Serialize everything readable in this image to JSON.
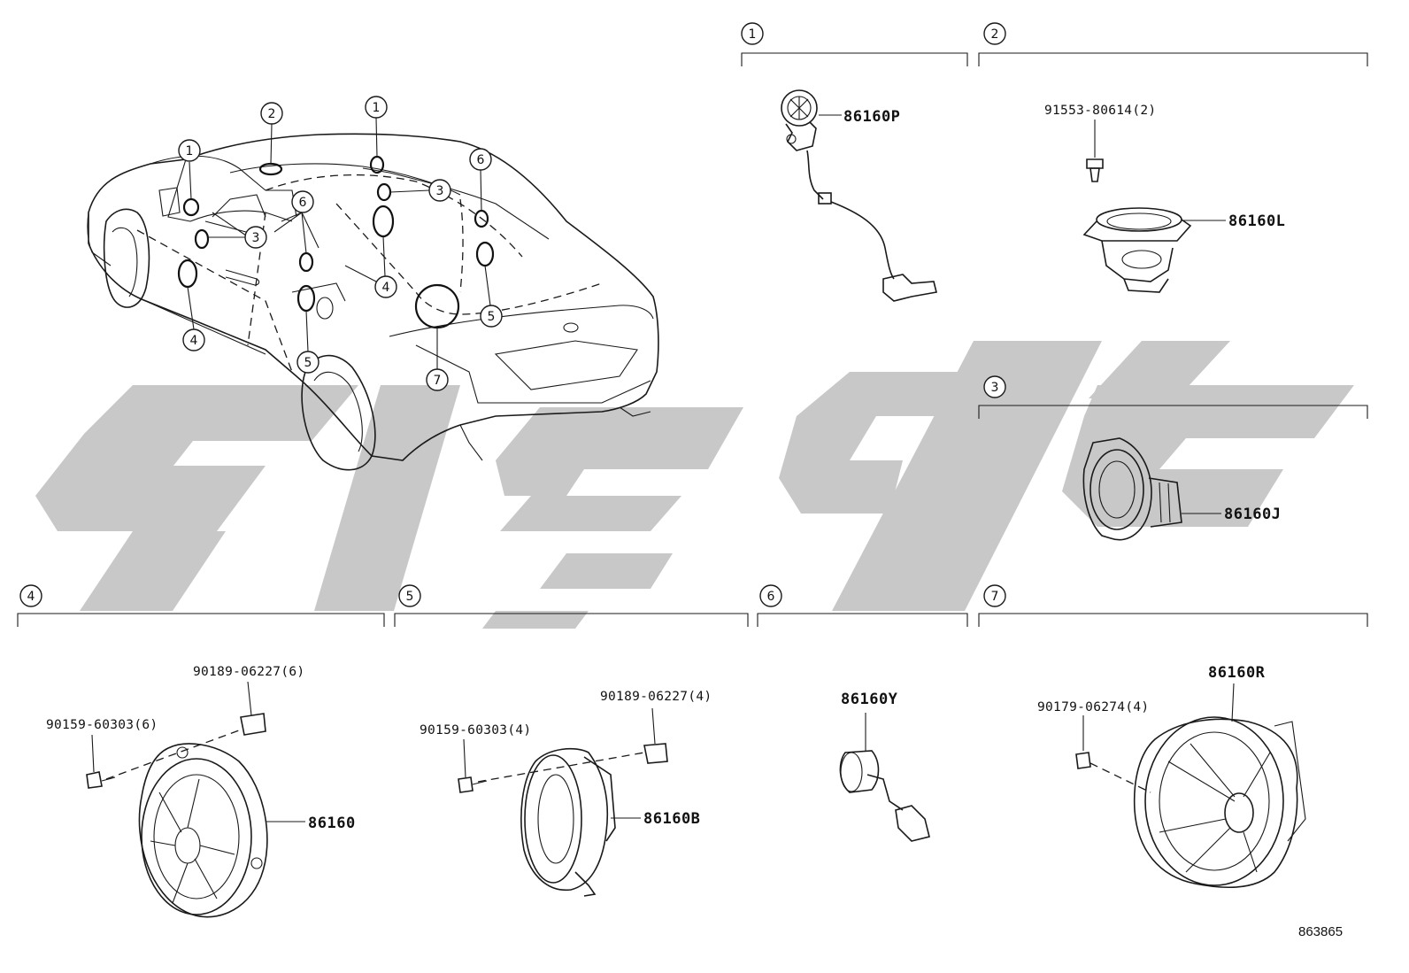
{
  "diagram": {
    "sections": [
      {
        "id": "1",
        "label": "1"
      },
      {
        "id": "2",
        "label": "2"
      },
      {
        "id": "3",
        "label": "3"
      },
      {
        "id": "4",
        "label": "4"
      },
      {
        "id": "5",
        "label": "5"
      },
      {
        "id": "6",
        "label": "6"
      },
      {
        "id": "7",
        "label": "7"
      }
    ],
    "parts": {
      "s1_speaker": "86160P",
      "s2_bolt": "91553-80614(2)",
      "s2_speaker": "86160L",
      "s3_speaker": "86160J",
      "s4_clip": "90189-06227(6)",
      "s4_screw": "90159-60303(6)",
      "s4_speaker": "86160",
      "s5_clip": "90189-06227(4)",
      "s5_screw": "90159-60303(4)",
      "s5_speaker": "86160B",
      "s6_speaker": "86160Y",
      "s7_nut": "90179-06274(4)",
      "s7_speaker": "86160R"
    },
    "callouts": [
      "1",
      "2",
      "3",
      "4",
      "5",
      "6",
      "7"
    ],
    "reference_number": "863865"
  },
  "colors": {
    "line": "#1a1a1a",
    "watermark": "#c8c8c8",
    "background": "#ffffff"
  }
}
